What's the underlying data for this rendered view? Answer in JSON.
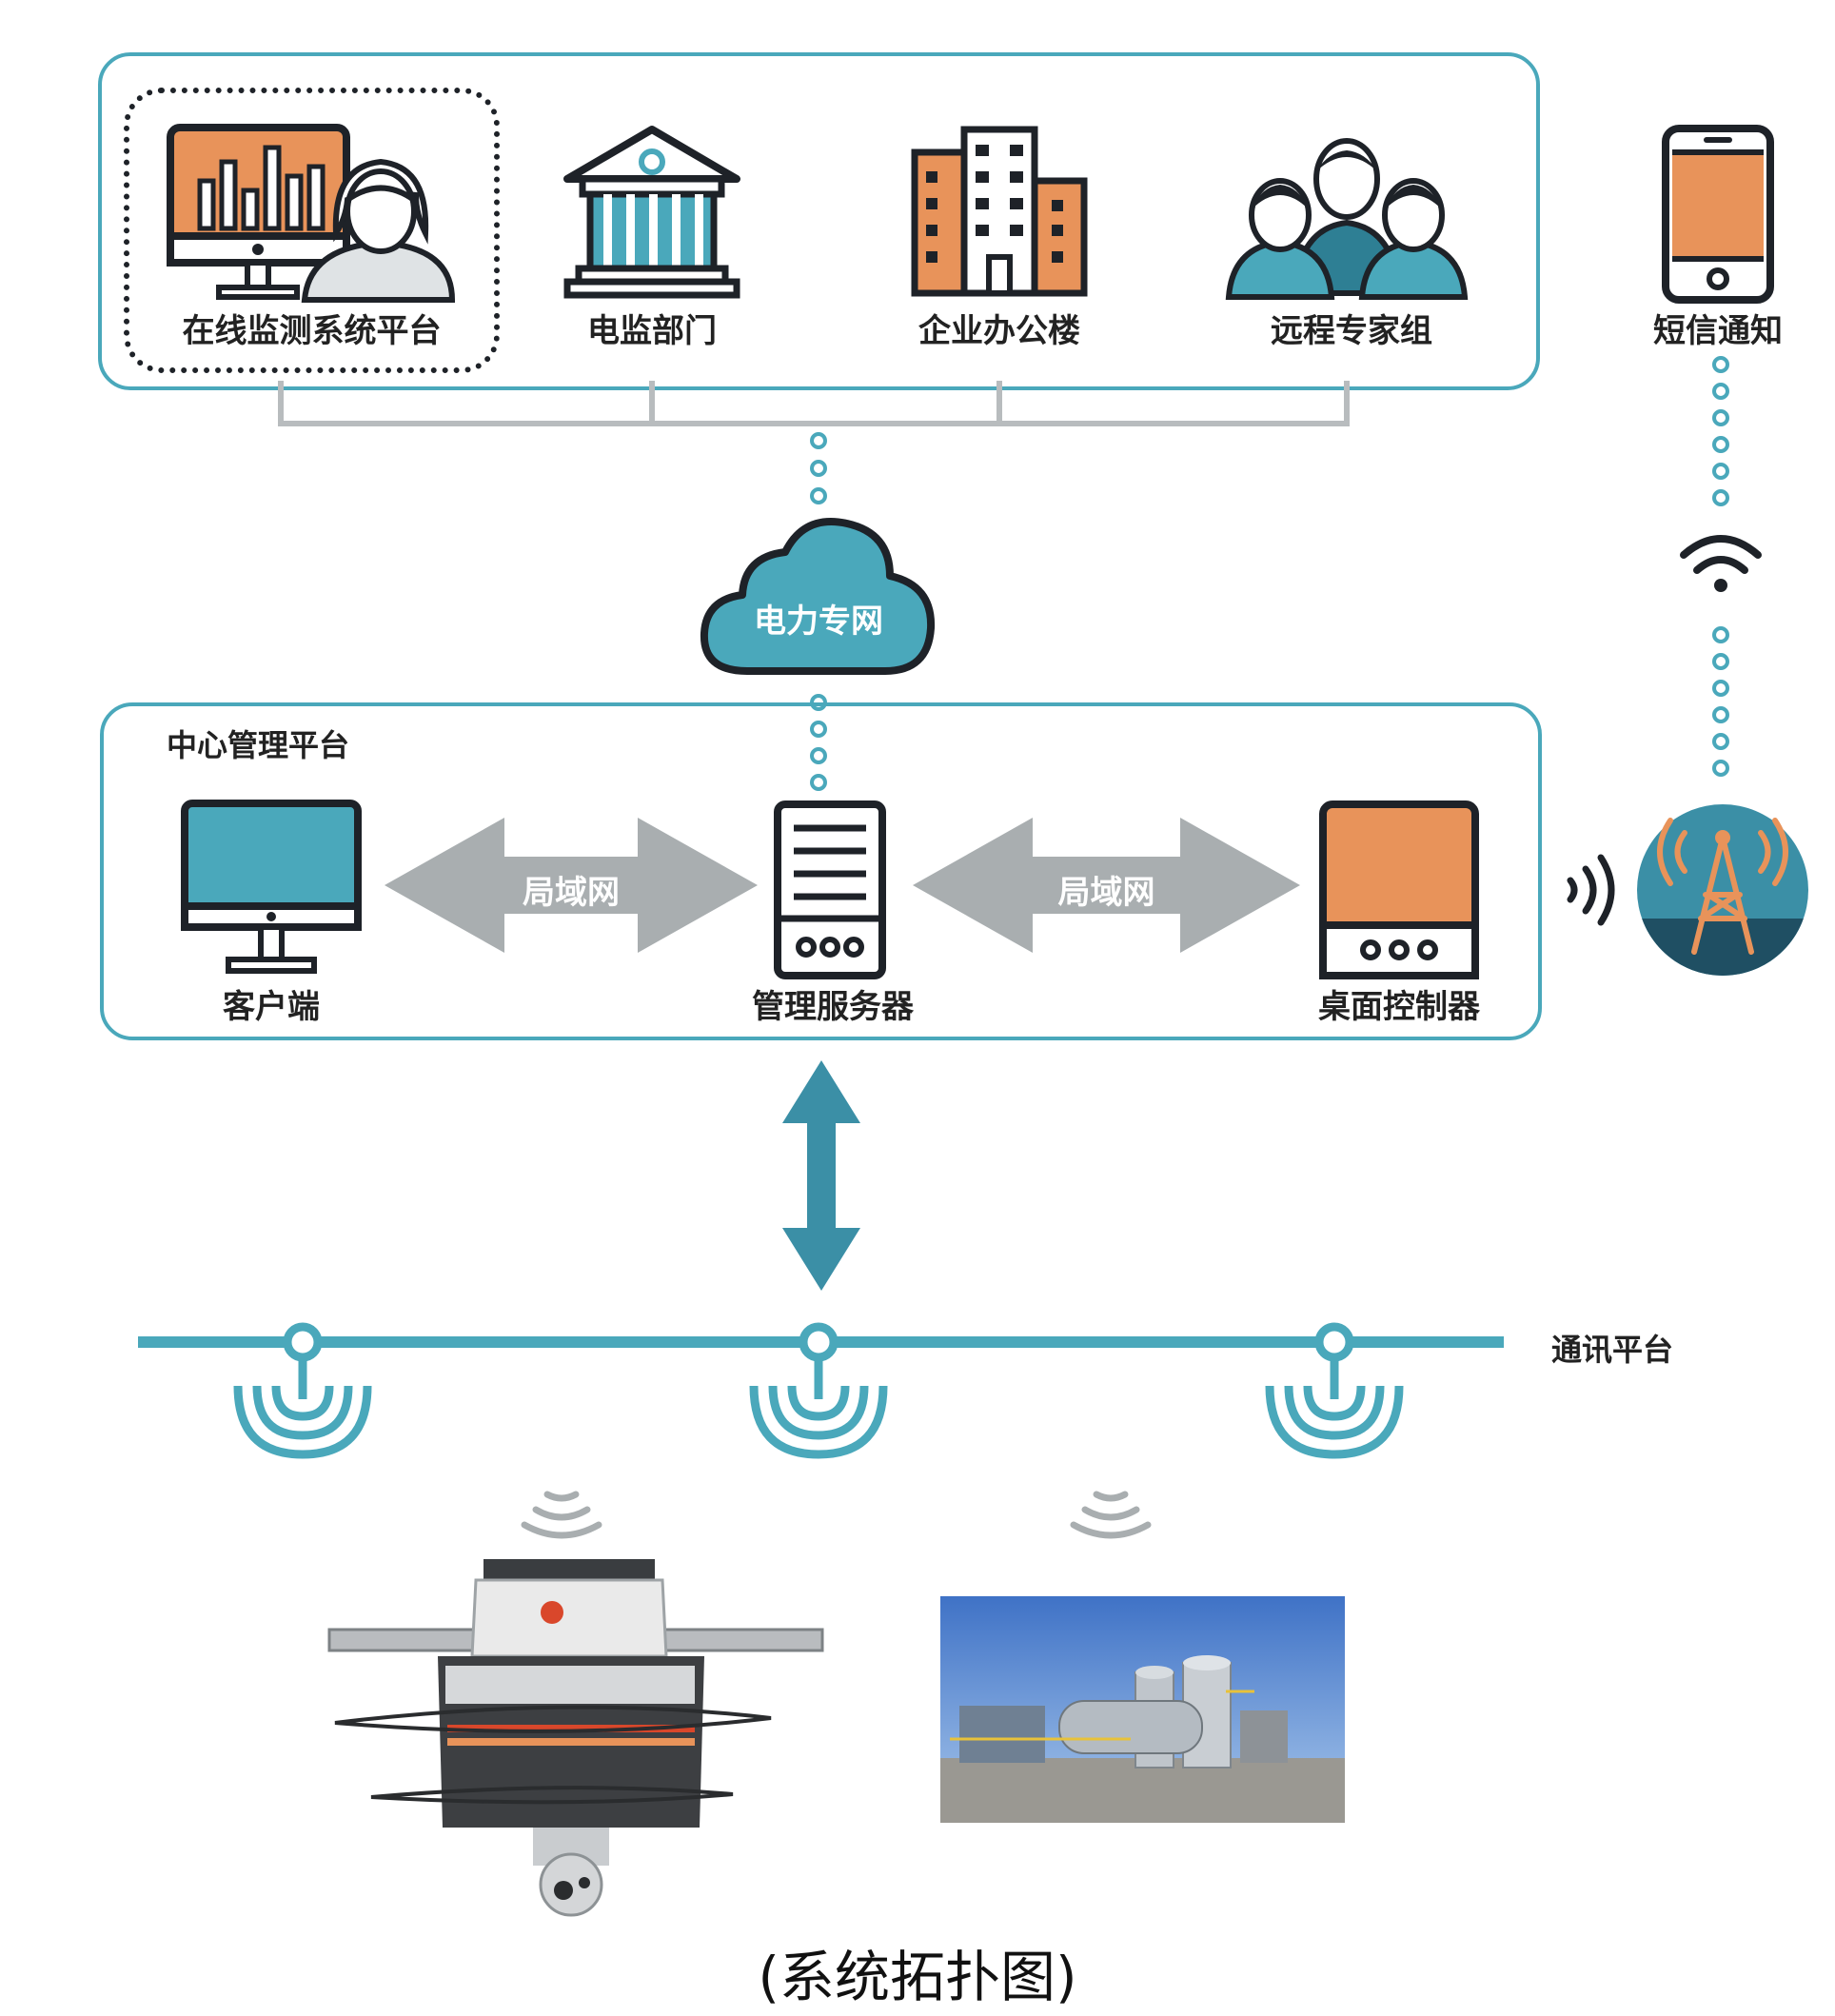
{
  "top": {
    "items": [
      {
        "label": "在线监测系统平台",
        "icon": "monitor-with-operator-icon"
      },
      {
        "label": "电监部门",
        "icon": "government-building-icon"
      },
      {
        "label": "企业办公楼",
        "icon": "office-building-icon"
      },
      {
        "label": "远程专家组",
        "icon": "expert-group-icon"
      }
    ],
    "sms_label": "短信通知"
  },
  "cloud_label": "电力专网",
  "center": {
    "title": "中心管理平台",
    "client_label": "客户端",
    "server_label": "管理服务器",
    "controller_label": "桌面控制器",
    "lan_left": "局域网",
    "lan_right": "局域网"
  },
  "comm_platform_label": "通讯平台",
  "caption": "(系统拓扑图)",
  "icons": [
    "mobile-phone-icon",
    "wifi-icon",
    "signal-tower-icon",
    "cloud-icon",
    "server-icon",
    "antenna-icon"
  ],
  "colors": {
    "teal": "#4aa8bb",
    "dark_teal": "#2e7f94",
    "orange": "#e8935a",
    "gray_arrow": "#a9aeb0",
    "outline": "#1e2228"
  }
}
